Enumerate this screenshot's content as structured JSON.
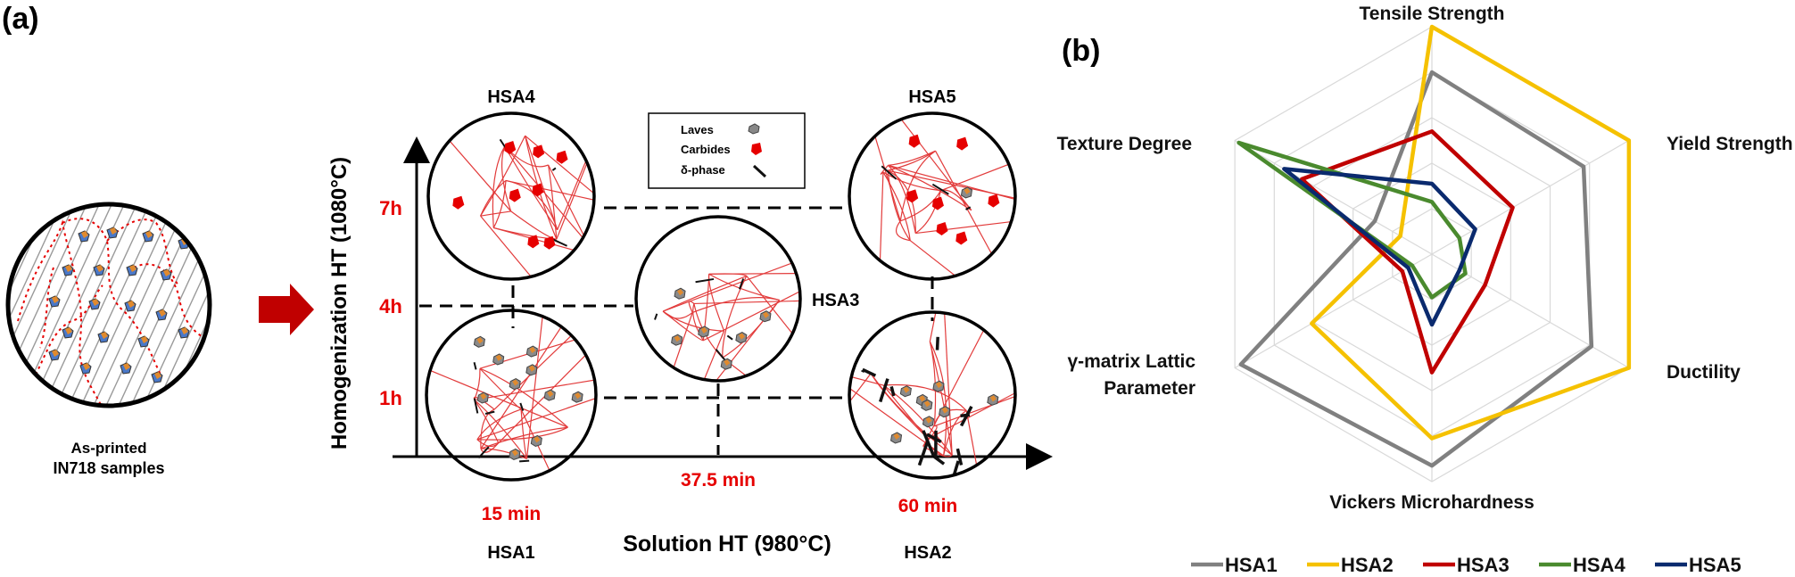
{
  "panel_a": {
    "label": "(a)",
    "as_printed_line1": "As-printed",
    "as_printed_line2": "IN718 samples",
    "y_axis_label": "Homogenization HT (1080°C)",
    "x_axis_label": "Solution HT (980°C)",
    "y_ticks": [
      "7h",
      "4h",
      "1h"
    ],
    "x_ticks": [
      "15 min",
      "37.5 min",
      "60 min"
    ],
    "sample_labels": {
      "hsa1": "HSA1",
      "hsa2": "HSA2",
      "hsa3": "HSA3",
      "hsa4": "HSA4",
      "hsa5": "HSA5"
    },
    "legend": {
      "laves": "Laves",
      "carbides": "Carbides",
      "delta": "δ-phase"
    },
    "colors": {
      "red": "#e60000",
      "arrow": "#c00000"
    }
  },
  "panel_b": {
    "label": "(b)"
  },
  "chart_data": {
    "type": "radar",
    "axes": [
      "Tensile Strength",
      "Yield Strength",
      "Ductility",
      "Vickers Microhardness",
      "γ-matrix Lattic Parameter",
      "Texture Degree"
    ],
    "range": [
      0,
      5
    ],
    "rings": 5,
    "series": [
      {
        "name": "HSA1",
        "color": "#808080",
        "values": [
          4.0,
          3.85,
          4.05,
          4.65,
          4.85,
          1.45
        ]
      },
      {
        "name": "HSA2",
        "color": "#f5c100",
        "values": [
          5.0,
          5.0,
          5.0,
          4.05,
          3.05,
          0.8
        ]
      },
      {
        "name": "HSA3",
        "color": "#c00000",
        "values": [
          2.7,
          2.05,
          1.35,
          2.6,
          0.75,
          3.3
        ]
      },
      {
        "name": "HSA4",
        "color": "#4a8a2e",
        "values": [
          1.15,
          0.7,
          0.85,
          0.95,
          0.5,
          4.9
        ]
      },
      {
        "name": "HSA5",
        "color": "#0a2a6e",
        "values": [
          1.55,
          1.1,
          0.7,
          1.55,
          0.6,
          3.75
        ]
      }
    ]
  }
}
